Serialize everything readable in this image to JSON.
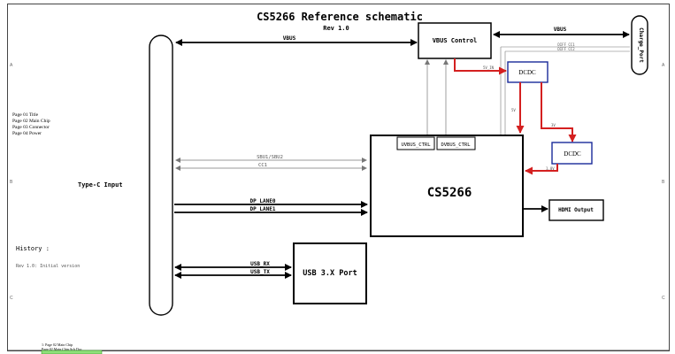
{
  "title": "CS5266 Reference schematic",
  "rev": "Rev 1.0",
  "page_list": [
    "Page 01 Title",
    "Page 02 Main Chip",
    "Page 03 Connector",
    "Page 04 Power"
  ],
  "typec_label": "Type-C Input",
  "history_label": "History :",
  "history_entry": "Rev 1.0: Initial version",
  "footer_lines": [
    "1: Page 02 Main Chip",
    "Page 02 Main Chip Sch Doc"
  ],
  "vbus_control_label": "VBUS Control",
  "charge_port_label": "Charge_Port",
  "vbus_left_label": "VBUS",
  "vbus_right_label": "VBUS",
  "dcdc1_label": "DCDC",
  "dcdc2_label": "DCDC",
  "cs5266_label": "CS5266",
  "vbus_ctrl1_label": "UVBUS_CTRL",
  "vbus_ctrl2_label": "DVBUS_CTRL",
  "hdmi_label": "HDMI Output",
  "usb3_label": "USB 3.X Port",
  "sbu_label": "SBU1/SBU2",
  "cc1_label": "CC1",
  "dp0_label": "DP_LANE0",
  "dp1_label": "DP_LANE1",
  "usb_rx_label": "USB_RX",
  "usb_tx_label": "USB_TX",
  "diff_cc1_label": "DIFF CC1",
  "diff_cc2_label": "DIFF CC2",
  "vin_label": "5V_IN",
  "v5_label": "5V",
  "v3_label": "3V",
  "v1_label": "1.8V",
  "border_letters": [
    "A",
    "B",
    "C"
  ],
  "colors": {
    "red_wire": "#d42020",
    "blue_box": "#1a2a9a"
  }
}
